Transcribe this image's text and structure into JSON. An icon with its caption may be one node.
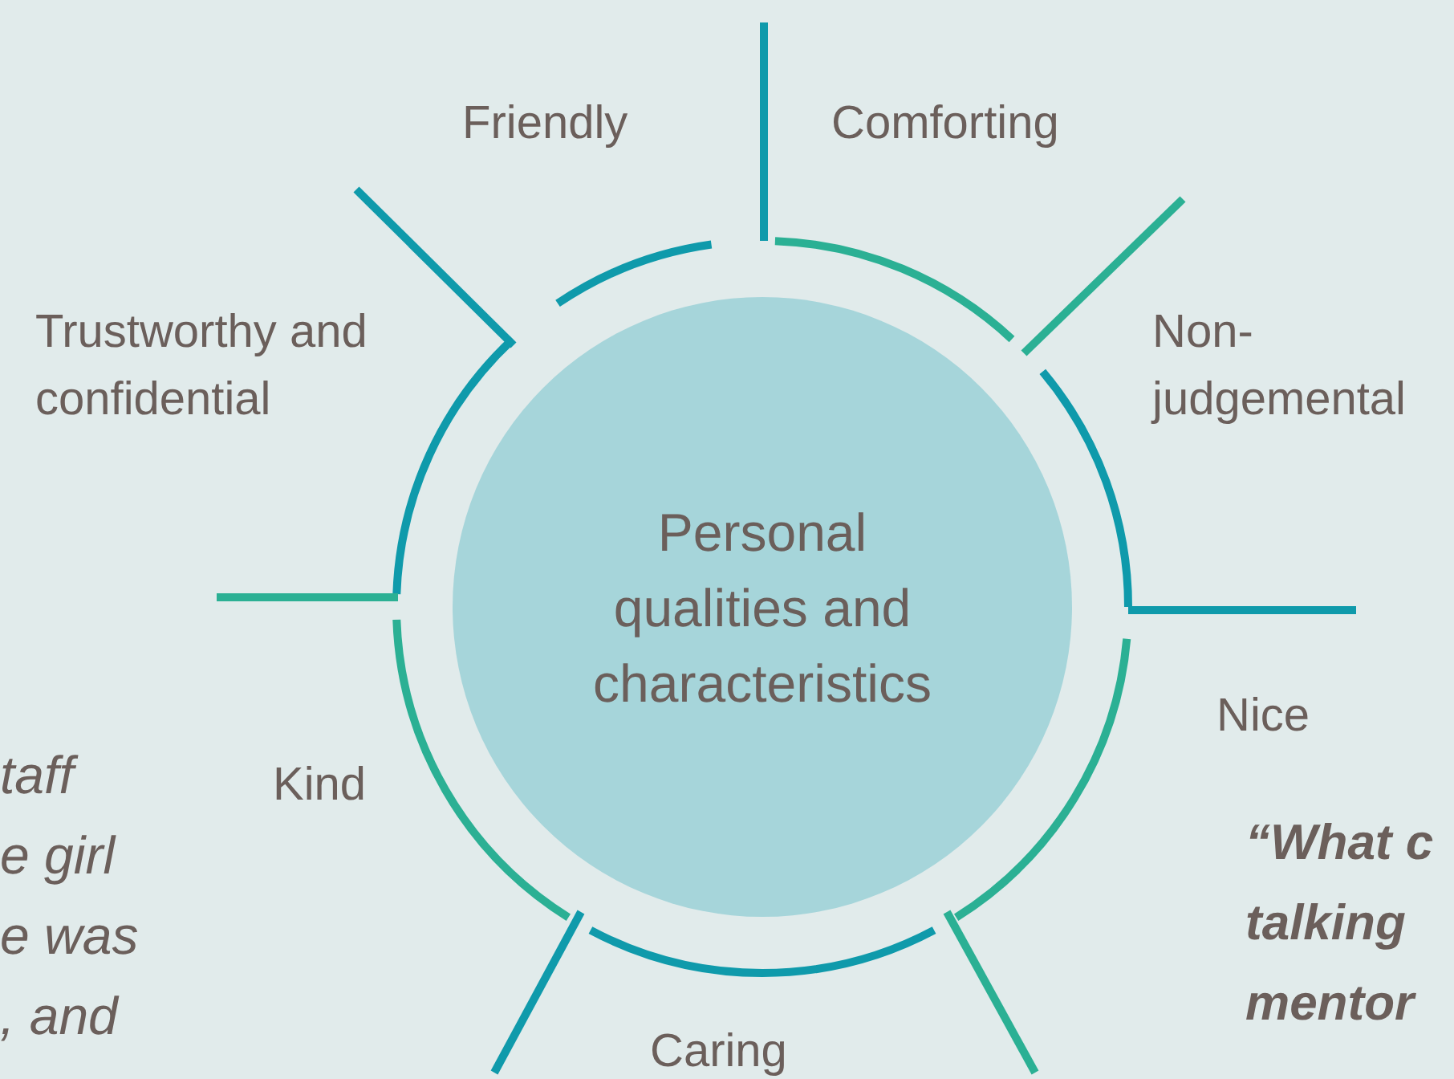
{
  "diagram": {
    "nodes": [
      {
        "text": [
          "Personal qualities and characteristics"
        ]
      }
    ],
    "edges": [],
    "labels": [
      "Friendly",
      "Comforting",
      "Trustworthy and confidential",
      "Non-judgemental",
      "Nice",
      "Kind",
      "Caring",
      "taff",
      "e girl",
      "e was",
      ", and",
      "“What c",
      "talking",
      "mentor"
    ]
  }
}
